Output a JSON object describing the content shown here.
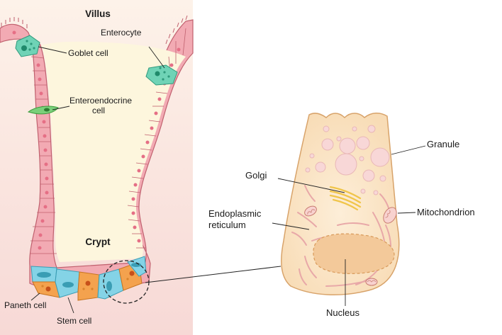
{
  "left": {
    "villus_label": "Villus",
    "crypt_label": "Crypt",
    "goblet_cell": "Goblet cell",
    "enterocyte": "Enterocyte",
    "enteroendocrine_line1": "Enteroendocrine",
    "enteroendocrine_line2": "cell",
    "paneth_cell": "Paneth cell",
    "stem_cell": "Stem cell"
  },
  "right": {
    "granule": "Granule",
    "golgi": "Golgi",
    "endoplasmic_line1": "Endoplasmic",
    "endoplasmic_line2": "reticulum",
    "mitochondrion": "Mitochondrion",
    "nucleus": "Nucleus"
  },
  "colors": {
    "background_panel": "#fbecdf",
    "epithelium": "#f2aab3",
    "epithelium_outline": "#c0606e",
    "lumen": "#fdf6dd",
    "goblet": "#6fd3b6",
    "enteroendocrine": "#7ad07a",
    "paneth": "#f4a24e",
    "stem": "#84d3e6",
    "cell_body": "#fbe5c6",
    "nucleus": "#f3c99a"
  }
}
